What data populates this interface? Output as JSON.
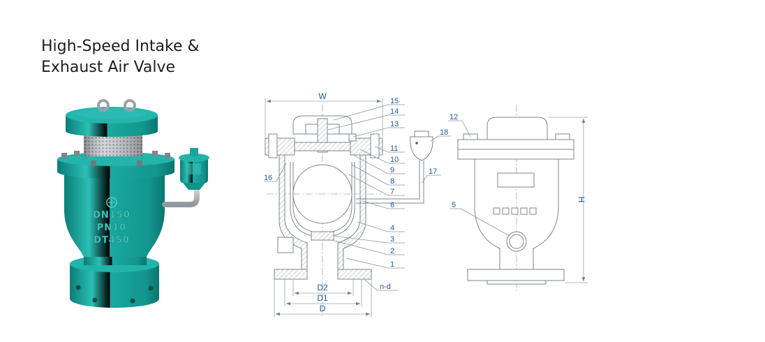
{
  "title": {
    "line1": "High-Speed Intake &",
    "line2": "Exhaust Air Valve"
  },
  "photo": {
    "markings": [
      "DN150",
      "PN10",
      "DT450"
    ]
  },
  "section_view": {
    "dimensions": {
      "width": "W",
      "d2": "D2",
      "d1": "D1",
      "d": "D",
      "bolt_holes": "n-d"
    },
    "part_labels": {
      "p15": "15",
      "p14": "14",
      "p13": "13",
      "p11": "11",
      "p10": "10",
      "p9": "9",
      "p8": "8",
      "p7": "7",
      "p6": "6",
      "p4": "4",
      "p3": "3",
      "p2": "2",
      "p1": "1",
      "p16": "16",
      "p17": "17",
      "p18": "18"
    }
  },
  "exterior_view": {
    "part_labels": {
      "p12": "12",
      "p5": "5"
    },
    "dimensions": {
      "height": "H"
    }
  },
  "colors": {
    "valve_body": "#19a89f",
    "label_text": "#2157a5",
    "drawing_line": "#7d848c",
    "pipe": "#b9c1c6"
  }
}
